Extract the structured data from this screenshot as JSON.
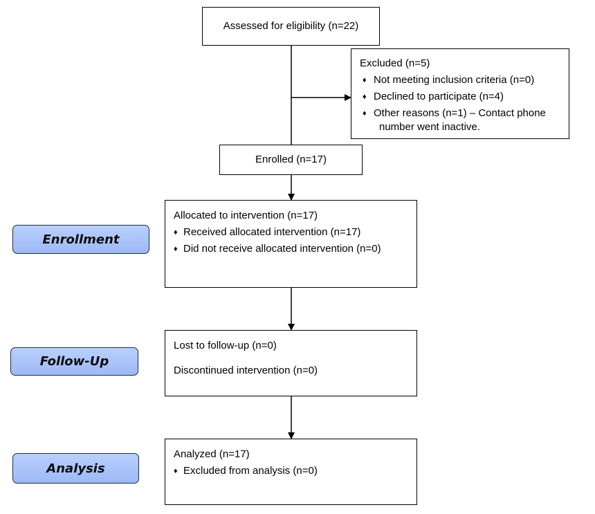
{
  "assessed": {
    "label": "Assessed for eligibility (n=22)"
  },
  "excluded": {
    "title": "Excluded (n=5)",
    "items": [
      "Not meeting inclusion criteria (n=0)",
      "Declined to participate (n=4)",
      "Other reasons (n=1) – Contact phone"
    ],
    "item3_continuation": "number went inactive."
  },
  "enrolled": {
    "label": "Enrolled (n=17)"
  },
  "allocation": {
    "title": "Allocated to intervention (n=17)",
    "items": [
      "Received allocated intervention (n=17)",
      "Did not receive allocated intervention (n=0)"
    ]
  },
  "followup": {
    "line1": "Lost to follow-up (n=0)",
    "line2": "Discontinued intervention (n=0)"
  },
  "analysis": {
    "title": "Analyzed (n=17)",
    "items": [
      "Excluded from analysis (n=0)"
    ]
  },
  "stages": {
    "enrollment": "Enrollment",
    "followup": "Follow-Up",
    "analysis": "Analysis"
  },
  "bullet_symbol": "♦",
  "colors": {
    "stage_fill": "#a9c4fb",
    "stage_border": "#1f2d3d",
    "line": "#000000"
  }
}
